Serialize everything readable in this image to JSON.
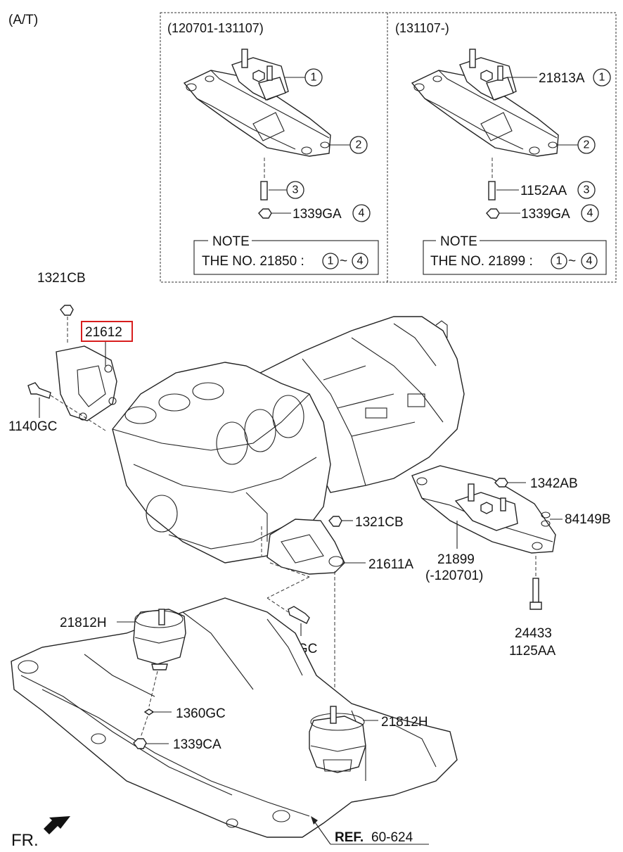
{
  "header": {
    "variant": "(A/T)"
  },
  "panels": {
    "left": {
      "period": "(120701-131107)",
      "callouts": [
        {
          "num": "1",
          "prefix": ""
        },
        {
          "num": "2",
          "prefix": ""
        },
        {
          "num": "3",
          "prefix": ""
        },
        {
          "num": "4",
          "prefix": "1339GA"
        }
      ],
      "note_title": "NOTE",
      "note_prefix": "THE NO. 21850 :",
      "note_from": "1",
      "note_tilde": "~",
      "note_to": "4"
    },
    "right": {
      "period": "(131107-)",
      "callouts": [
        {
          "num": "1",
          "prefix": "21813A"
        },
        {
          "num": "2",
          "prefix": ""
        },
        {
          "num": "3",
          "prefix": "1152AA"
        },
        {
          "num": "4",
          "prefix": "1339GA"
        }
      ],
      "note_title": "NOTE",
      "note_prefix": "THE NO. 21899 :",
      "note_from": "1",
      "note_tilde": "~",
      "note_to": "4"
    }
  },
  "parts": {
    "nut_top_left": "1321CB",
    "bracket_highlight": "21612",
    "bolt_left": "1140GC",
    "nut_right": "1342AB",
    "plug_right": "84149B",
    "nut_mid": "1321CB",
    "bracket_mid": "21611A",
    "tm_mount": "21899",
    "tm_mount_period": "(-120701)",
    "bolt_mid": "1140GC",
    "bolt_right_1": "24433",
    "bolt_right_2": "1125AA",
    "mount_left": "21812H",
    "washer": "1360GC",
    "nut_bottom": "1339CA",
    "mount_right": "21812H"
  },
  "footer": {
    "ref_bold": "REF.",
    "ref_num": "60-624",
    "fr": "FR."
  },
  "colors": {
    "highlight": "#d81e1e",
    "line": "#222222"
  }
}
